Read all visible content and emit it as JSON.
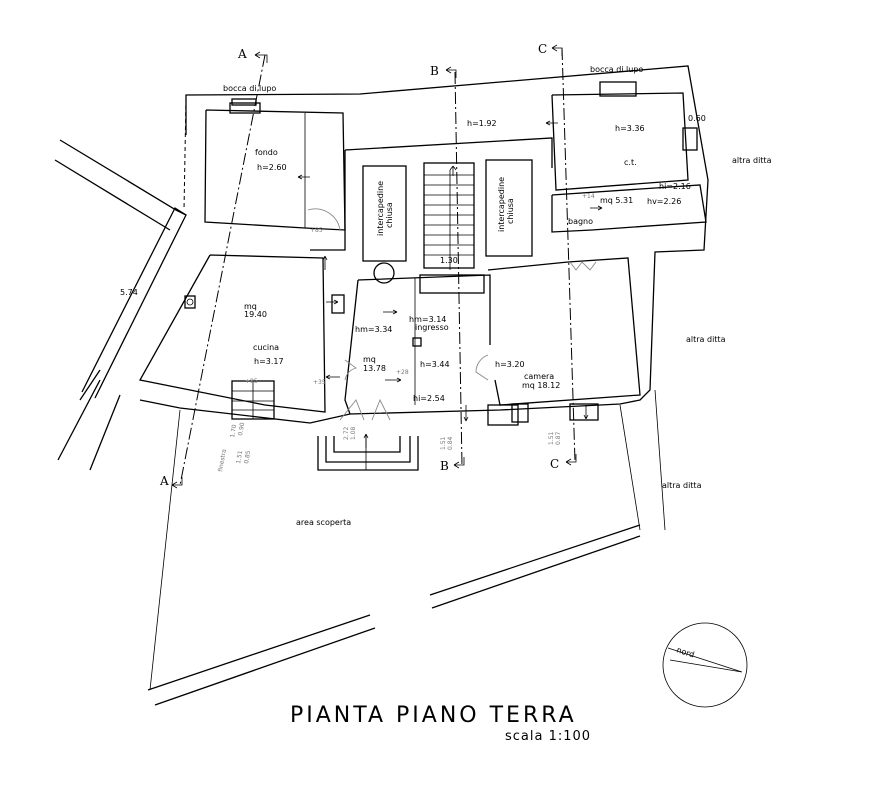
{
  "title": "PIANTA PIANO TERRA",
  "scale": "scala 1:100",
  "sections": {
    "a": "A",
    "b": "B",
    "c": "C"
  },
  "labels": {
    "bocca_lupo_left": "bocca di lupo",
    "bocca_lupo_right": "bocca di lupo",
    "fondo": "fondo",
    "fondo_h": "h=2.60",
    "corridor_h": "h=1.92",
    "ct_h": "h=3.36",
    "ct": "c.t.",
    "ct_wall": "0.60",
    "intercapedine_1a": "intercapedine",
    "intercapedine_1b": "chiusa",
    "intercapedine_2a": "intercapedine",
    "intercapedine_2b": "chiusa",
    "stair_width": "1.30",
    "bagno": "bagno",
    "bagno_step": "+14",
    "bagno_mq": "mq  5.31",
    "bagno_hi": "hi=2.16",
    "bagno_hv": "hv=2.26",
    "dim_574": "5.74",
    "cucina_mq_a": "mq",
    "cucina_mq_b": "19.40",
    "cucina": "cucina",
    "cucina_h": "h=3.17",
    "step_85a": "+85",
    "step_85b": "+85",
    "step_35": "+35",
    "step_28": "+28",
    "hm_334": "hm=3.34",
    "hm_314": "hm=3.14",
    "ingresso": "ingresso",
    "ingresso_mq_a": "mq",
    "ingresso_mq_b": "13.78",
    "h_344": "h=3.44",
    "hi_254": "hi=2.54",
    "camera_h": "h=3.20",
    "camera": "camera",
    "camera_mq": "mq 18.12",
    "altra_ditta_1": "altra ditta",
    "altra_ditta_2": "altra ditta",
    "altra_ditta_3": "altra ditta",
    "area_scoperta": "area scoperta",
    "finestra": "finestra",
    "fin1_top": "1.70",
    "fin1_bot": "0.90",
    "fin2_top": "1.51",
    "fin2_bot": "0.85",
    "door_top": "2.72",
    "door_bot": "1.08",
    "winB_top": "1.51",
    "winB_bot": "0.84",
    "winC_top": "1.51",
    "winC_bot": "0.87",
    "nord": "nord"
  }
}
